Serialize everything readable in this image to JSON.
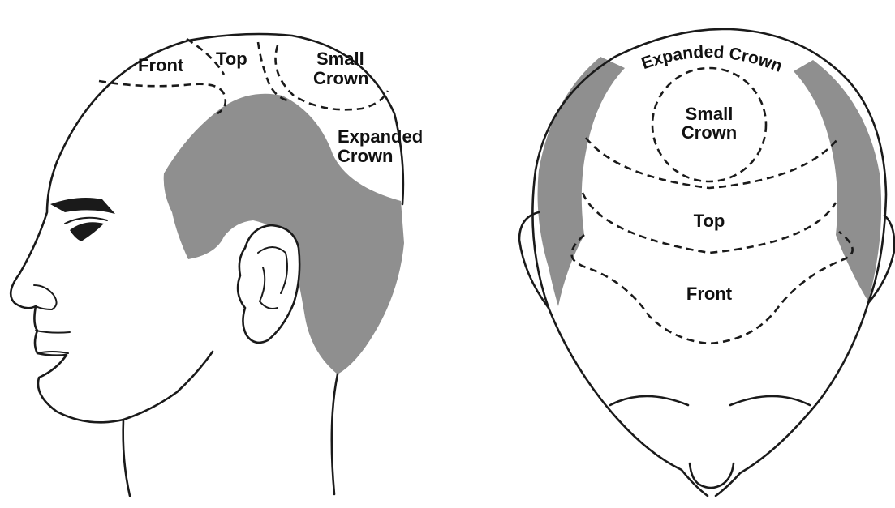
{
  "side_view": {
    "labels": {
      "front": "Front",
      "top": "Top",
      "small_crown_line1": "Small",
      "small_crown_line2": "Crown",
      "expanded_crown_line1": "Expanded",
      "expanded_crown_line2": "Crown"
    }
  },
  "top_view": {
    "labels": {
      "expanded_crown": "Expanded Crown",
      "small_crown_line1": "Small",
      "small_crown_line2": "Crown",
      "top": "Top",
      "front": "Front"
    }
  },
  "colors": {
    "hair_fill": "#8f8f8f",
    "line": "#1a1a1a",
    "background": "#ffffff"
  }
}
